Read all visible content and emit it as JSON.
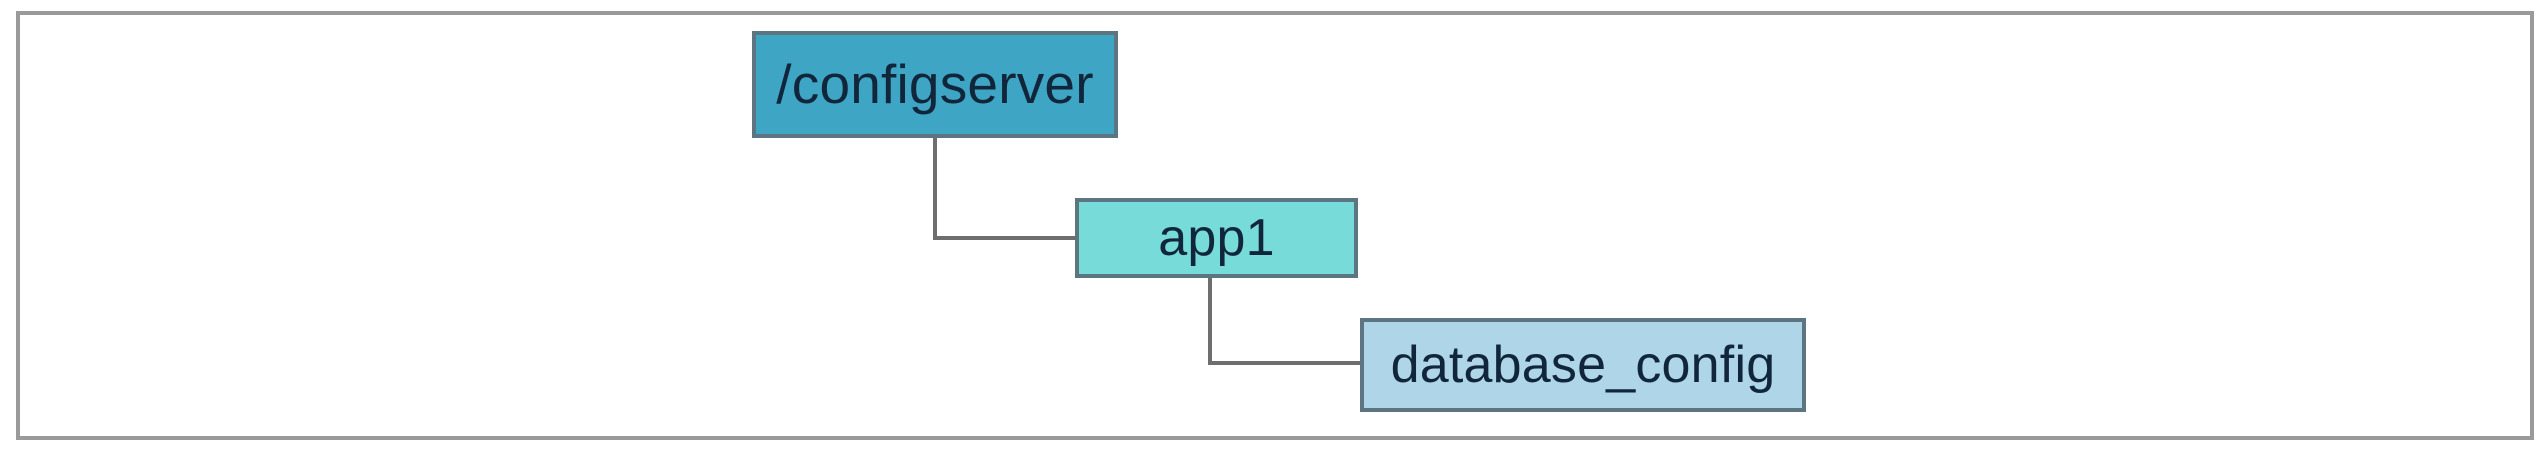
{
  "diagram": {
    "type": "tree",
    "title": "",
    "background_color": "#ffffff",
    "frame": {
      "border_color": "#9a9a9a",
      "fill_color": "#ffffff"
    },
    "connector": {
      "color": "#6e6e6e",
      "style": "orthogonal-elbow",
      "width": 4
    },
    "nodes": [
      {
        "id": "configserver",
        "label": "/configserver",
        "level": 0,
        "fill_color": "#3fa5c4",
        "border_color": "#5d7580",
        "text_color": "#11263b"
      },
      {
        "id": "app1",
        "label": "app1",
        "level": 1,
        "parent": "configserver",
        "fill_color": "#76dbd9",
        "border_color": "#5d7580",
        "text_color": "#11263b"
      },
      {
        "id": "database_config",
        "label": "database_config",
        "level": 2,
        "parent": "app1",
        "fill_color": "#afd6e8",
        "border_color": "#5d7580",
        "text_color": "#11263b"
      }
    ],
    "edges": [
      {
        "from": "configserver",
        "to": "app1"
      },
      {
        "from": "app1",
        "to": "database_config"
      }
    ]
  }
}
